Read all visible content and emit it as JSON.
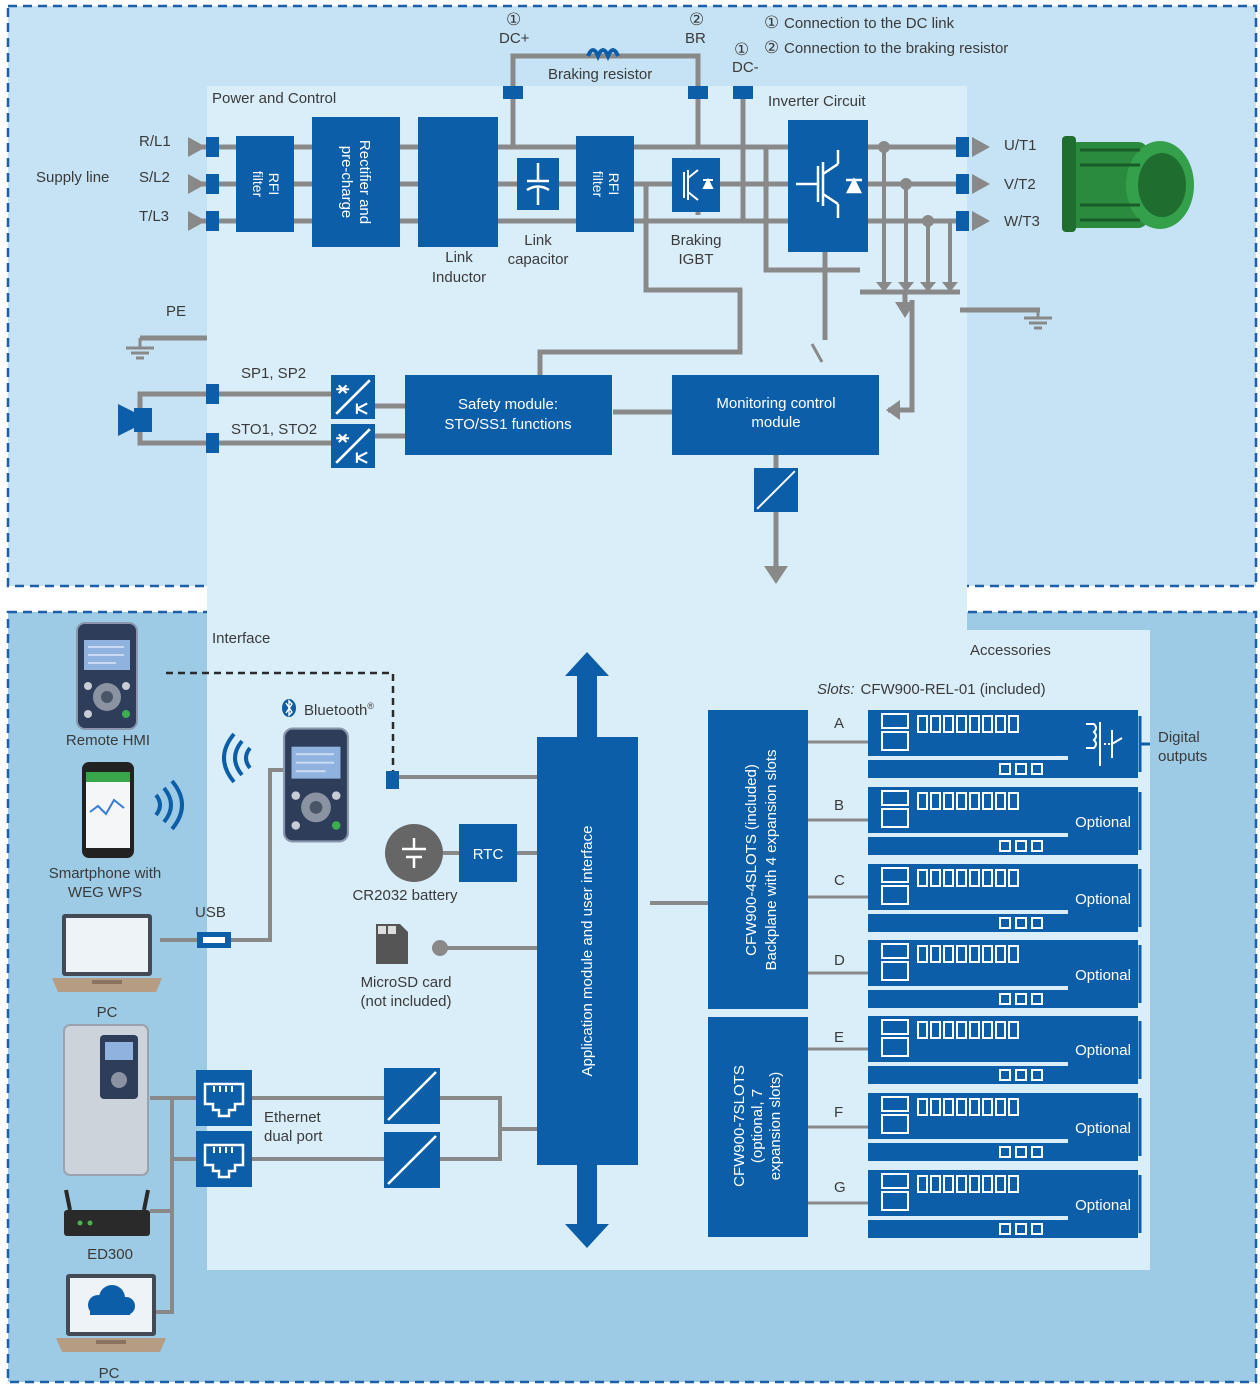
{
  "colors": {
    "top_bg": "#c6e3f5",
    "bottom_bg": "#9dcbe6",
    "panel": "#daeefa",
    "block": "#0c5ea8",
    "wire": "#898989",
    "border": "#1f5ea8",
    "text": "#3a3a3a",
    "motor": "#2a8a3e"
  },
  "legend": {
    "note1_marker": "①",
    "note1_text": "Connection to the DC link",
    "note2_marker": "②",
    "note2_text": "Connection to the braking resistor"
  },
  "power": {
    "section_title": "Power and Control",
    "inverter_title": "Inverter Circuit",
    "supply_line": "Supply line",
    "inputs": [
      "R/L1",
      "S/L2",
      "T/L3"
    ],
    "outputs": [
      "U/T1",
      "V/T2",
      "W/T3"
    ],
    "pe": "PE",
    "dc_plus_num": "①",
    "dc_plus": "DC+",
    "br_num": "②",
    "br": "BR",
    "dc_minus_num": "①",
    "dc_minus": "DC-",
    "braking_resistor": "Braking resistor",
    "rfi_filter_1": [
      "RFI",
      "filter"
    ],
    "rectifier": [
      "Rectifier and",
      "pre-charge"
    ],
    "link_inductor": [
      "Link",
      "Inductor"
    ],
    "link_capacitor": [
      "Link",
      "capacitor"
    ],
    "rfi_filter_2": [
      "RFI",
      "filter"
    ],
    "braking_igbt": [
      "Braking",
      "IGBT"
    ],
    "sp_label": "SP1, SP2",
    "sto_label": "STO1, STO2",
    "safety_module": [
      "Safety module:",
      "STO/SS1 functions"
    ],
    "monitoring_module": [
      "Monitoring control",
      "module"
    ]
  },
  "interface": {
    "section_title": "Interface",
    "remote_hmi": "Remote HMI",
    "smartphone": [
      "Smartphone with",
      "WEG WPS"
    ],
    "usb": "USB",
    "pc1": "PC",
    "bluetooth": "Bluetooth",
    "bluetooth_reg": "®",
    "rtc": "RTC",
    "battery": "CR2032 battery",
    "microsd": [
      "MicroSD card",
      "(not included)"
    ],
    "ethernet": [
      "Ethernet",
      "dual port"
    ],
    "ed300": "ED300",
    "pc2": "PC",
    "app_module": "Application module and user interface"
  },
  "accessories": {
    "title": "Accessories",
    "slots_label": "Slots:",
    "slots_value": "CFW900-REL-01 (included)",
    "backplane_4": [
      "CFW900-4SLOTS (included)",
      "Backplane with 4 expansion slots"
    ],
    "backplane_7": [
      "CFW900-7SLOTS",
      "(optional, 7",
      "expansion slots)"
    ],
    "slot_letters": [
      "A",
      "B",
      "C",
      "D",
      "E",
      "F",
      "G"
    ],
    "digital_outputs": [
      "Digital",
      "outputs"
    ],
    "optional": "Optional"
  }
}
